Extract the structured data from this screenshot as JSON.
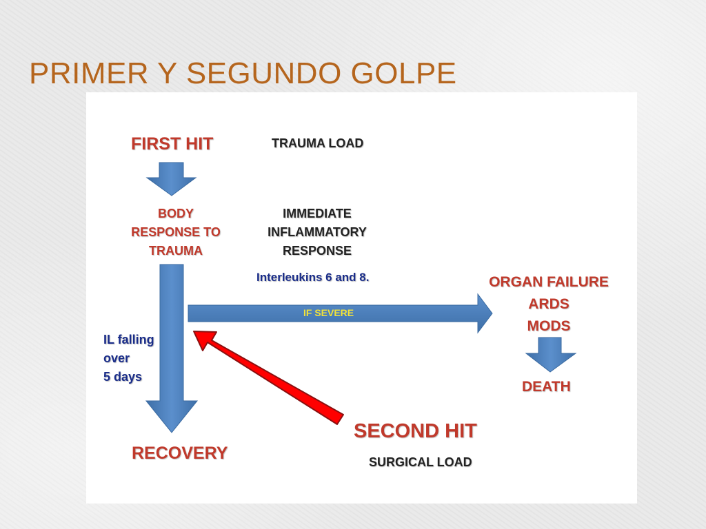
{
  "slide": {
    "title": "PRIMER Y SEGUNDO GOLPE"
  },
  "diagram": {
    "first_hit": "FIRST HIT",
    "trauma_load": "TRAUMA LOAD",
    "body_response": "BODY\nRESPONSE TO\nTRAUMA",
    "immediate_response": "IMMEDIATE\nINFLAMMATORY\nRESPONSE",
    "interleukins": "Interleukins 6 and 8.",
    "if_severe": "IF SEVERE",
    "organ_failure": "ORGAN FAILURE\nARDS\nMODS",
    "death": "DEATH",
    "il_falling": "IL falling\nover\n5 days",
    "second_hit": "SECOND HIT",
    "surgical_load": "SURGICAL LOAD",
    "recovery": "RECOVERY"
  },
  "colors": {
    "title": "#b5651d",
    "label_red": "#c0392b",
    "arrow_blue": "#4f81bd",
    "arrow_red": "#ff0000",
    "if_severe_text": "#f2e23a",
    "interleukins_text": "#1a2d8a"
  }
}
